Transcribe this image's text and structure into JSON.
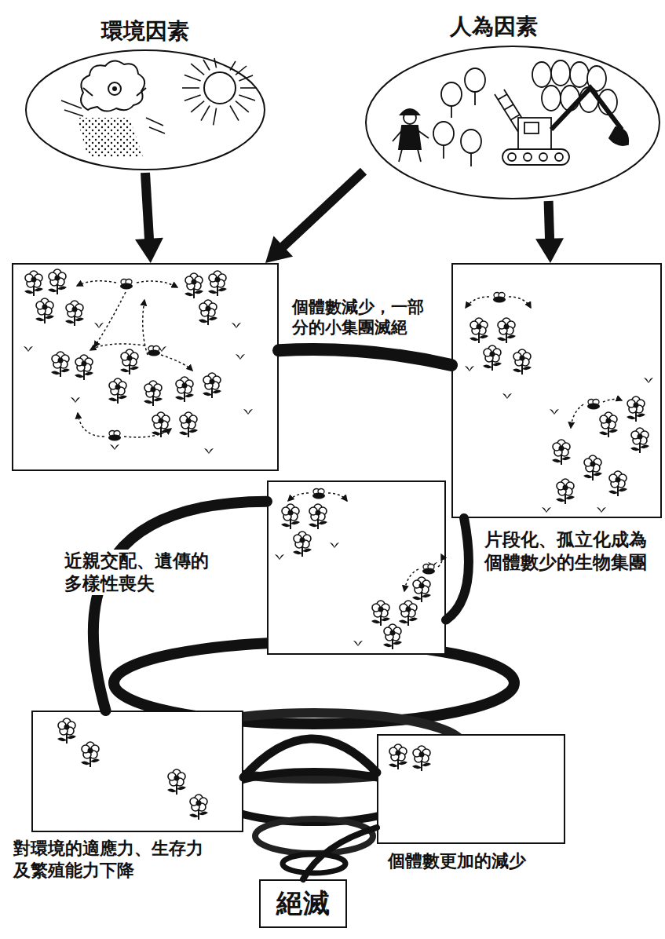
{
  "diagram": {
    "nodes": [
      {
        "text": [
          "環境因素"
        ]
      },
      {
        "text": [
          "人為因素"
        ]
      },
      {
        "text": []
      },
      {
        "text": [
          "片段化、孤立化成為 個體數少的生物集團"
        ]
      },
      {
        "text": [
          "近親交配、遺傳的 多樣性喪失"
        ]
      },
      {
        "text": [
          "對環境的適應力、生存力 及繁殖能力下降"
        ]
      },
      {
        "text": [
          "個體數更加的減少"
        ]
      },
      {
        "text": [
          "絕滅"
        ]
      }
    ],
    "edges": [
      {
        "from": 0,
        "to": 2,
        "arrow": "to"
      },
      {
        "from": 1,
        "to": 2,
        "arrow": "to"
      },
      {
        "from": 1,
        "to": 3,
        "arrow": "to"
      },
      {
        "from": 2,
        "to": 3,
        "label": "個體數減少，一部 分的小集團滅絕",
        "arrow": "none"
      },
      {
        "from": 3,
        "to": 4,
        "arrow": "none"
      },
      {
        "from": 4,
        "to": 5,
        "arrow": "none"
      },
      {
        "from": 5,
        "to": 6,
        "arrow": "none"
      },
      {
        "from": 6,
        "to": 7,
        "arrow": "none"
      }
    ]
  }
}
